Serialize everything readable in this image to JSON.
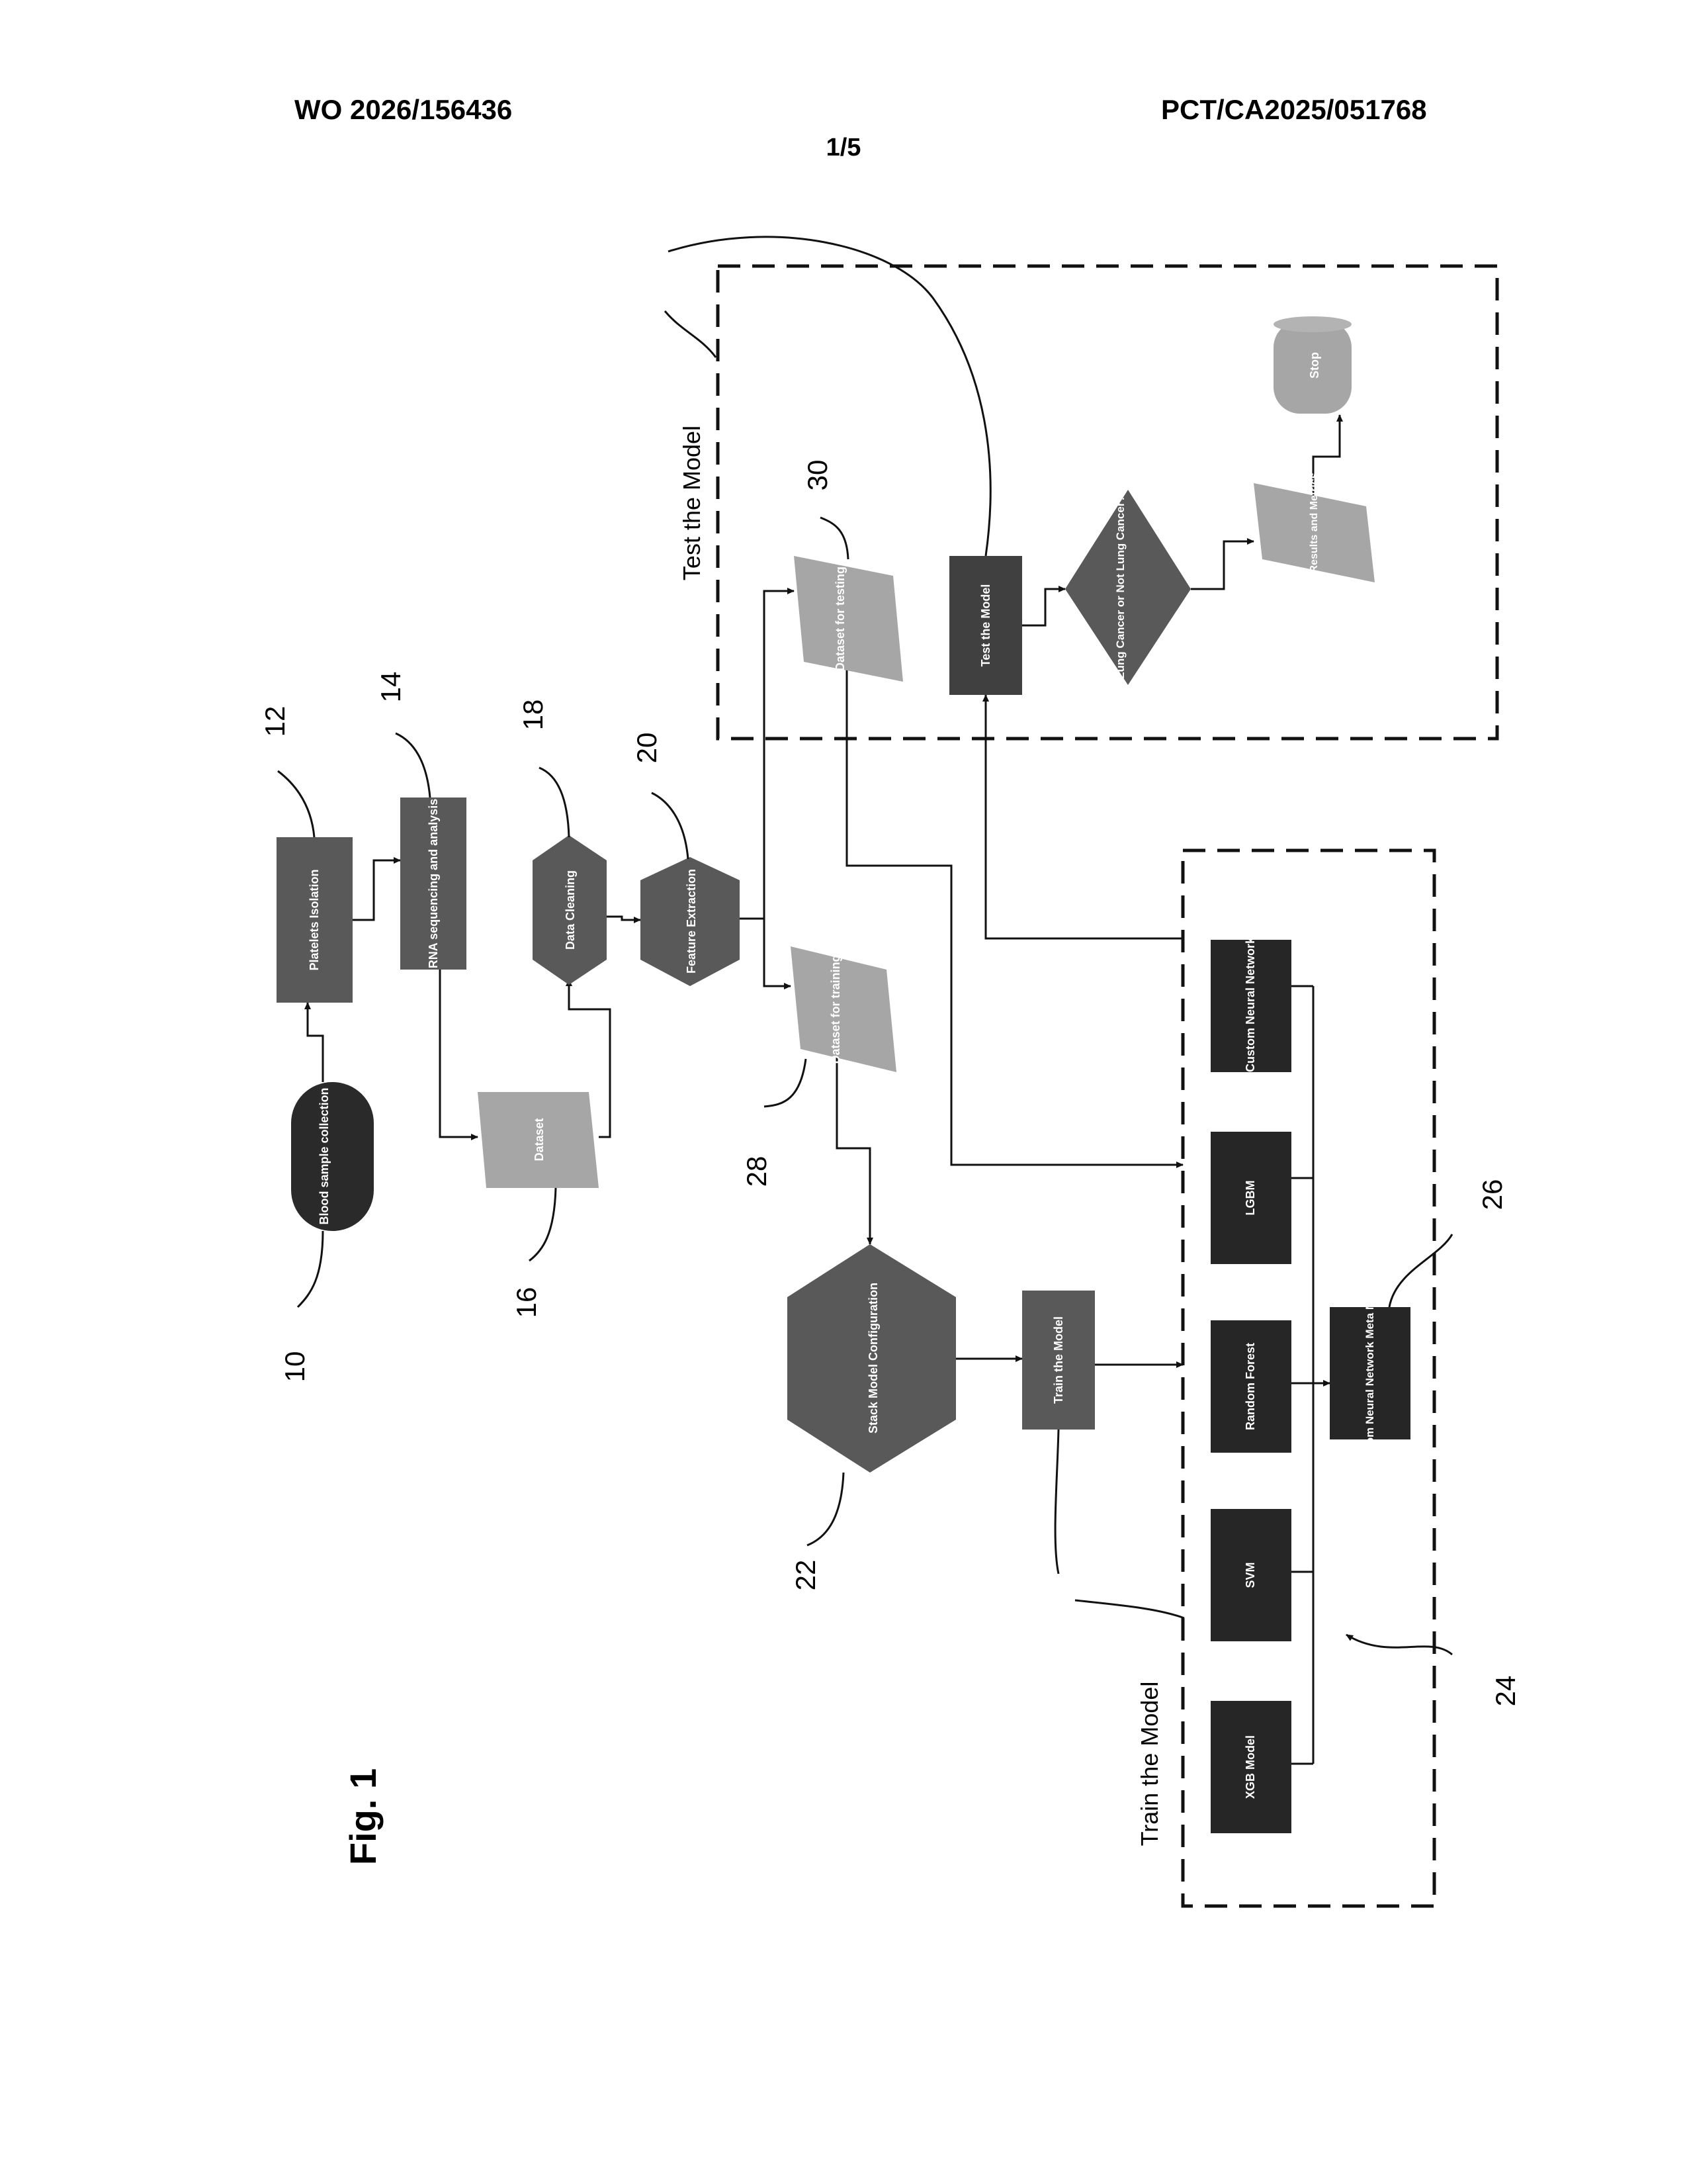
{
  "header": {
    "left": "WO 2026/156436",
    "right": "PCT/CA2025/051768",
    "page": "1/5"
  },
  "figure_label": "Fig. 1",
  "nodes": {
    "blood_sample": "Blood sample collection",
    "platelets": "Platelets Isolation",
    "rna": "RNA sequencing and analysis",
    "dataset": "Dataset",
    "data_cleaning": "Data Cleaning",
    "feature_extraction": "Feature Extraction",
    "dataset_training": "Dataset for training",
    "dataset_testing": "Dataset for testing",
    "stack_model": "Stack Model Configuration",
    "train_model": "Train the Model",
    "test_model": "Test the Model",
    "decision": "Lung Cancer or Not Lung Cancer?",
    "test_results": "Test Results and Metrics",
    "stop": "Stop",
    "xgb": "XGB Model",
    "svm": "SVM",
    "random_forest": "Random Forest",
    "lgbm": "LGBM",
    "custom_nn": "Custom Neural Network",
    "meta_model": "Custom Neural Network Meta Model"
  },
  "groups": {
    "train": "Train the Model",
    "test": "Test the Model"
  },
  "refs": {
    "r10": "10",
    "r12": "12",
    "r14": "14",
    "r16": "16",
    "r18": "18",
    "r20": "20",
    "r22": "22",
    "r24": "24",
    "r26": "26",
    "r28": "28",
    "r30": "30",
    "r34": "",
    "r36": ""
  }
}
